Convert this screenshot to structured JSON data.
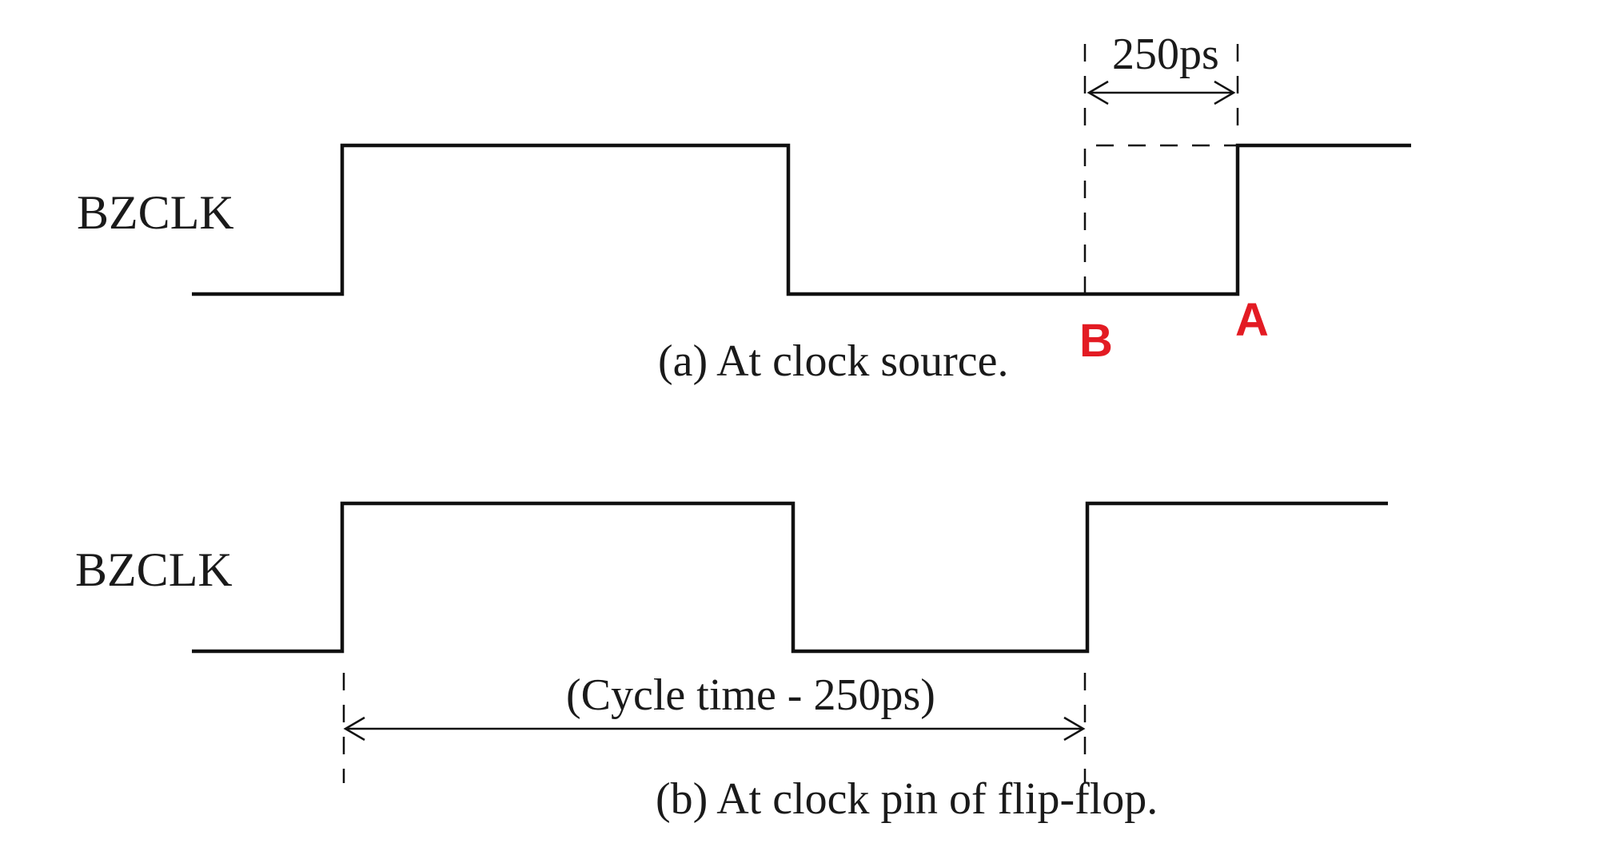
{
  "panel_a": {
    "signal_label": "BZCLK",
    "caption": "(a) At clock source.",
    "dimension_label": "250ps",
    "marker_b": "B",
    "marker_a": "A"
  },
  "panel_b": {
    "signal_label": "BZCLK",
    "caption": "(b) At clock pin of flip-flop.",
    "dimension_label": "(Cycle time - 250ps)"
  },
  "colors": {
    "waveform": "#111111",
    "text": "#1a1a1a",
    "marker": "#e31b23"
  }
}
